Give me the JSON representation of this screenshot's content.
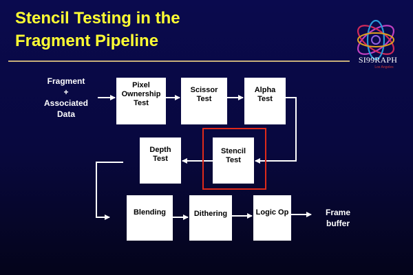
{
  "title": {
    "line1": "Stencil Testing in the",
    "line2": "Fragment Pipeline"
  },
  "logo": {
    "wordmark": "SI99RAPH",
    "subtext": "Los Angeles",
    "icon": "siggraph-rings-logo"
  },
  "input": {
    "lines": [
      "Fragment",
      "+",
      "Associated",
      "Data"
    ]
  },
  "stages": {
    "pixel_ownership": {
      "lines": [
        "Pixel",
        "Ownership",
        "Test"
      ]
    },
    "scissor": {
      "lines": [
        "Scissor",
        "Test"
      ]
    },
    "alpha": {
      "lines": [
        "Alpha",
        "Test"
      ]
    },
    "stencil": {
      "lines": [
        "Stencil",
        "Test"
      ]
    },
    "depth": {
      "lines": [
        "Depth",
        "Test"
      ]
    },
    "blending": {
      "lines": [
        "Blending"
      ]
    },
    "dithering": {
      "lines": [
        "Dithering"
      ]
    },
    "logic_op": {
      "lines": [
        "Logic Op"
      ]
    }
  },
  "output": {
    "lines": [
      "Frame",
      "buffer"
    ]
  },
  "colors": {
    "title": "#ffff33",
    "background": "#0a0a4e",
    "highlight": "#e02a1a",
    "rule": "#c9b07a",
    "arrow": "#ffffff"
  }
}
